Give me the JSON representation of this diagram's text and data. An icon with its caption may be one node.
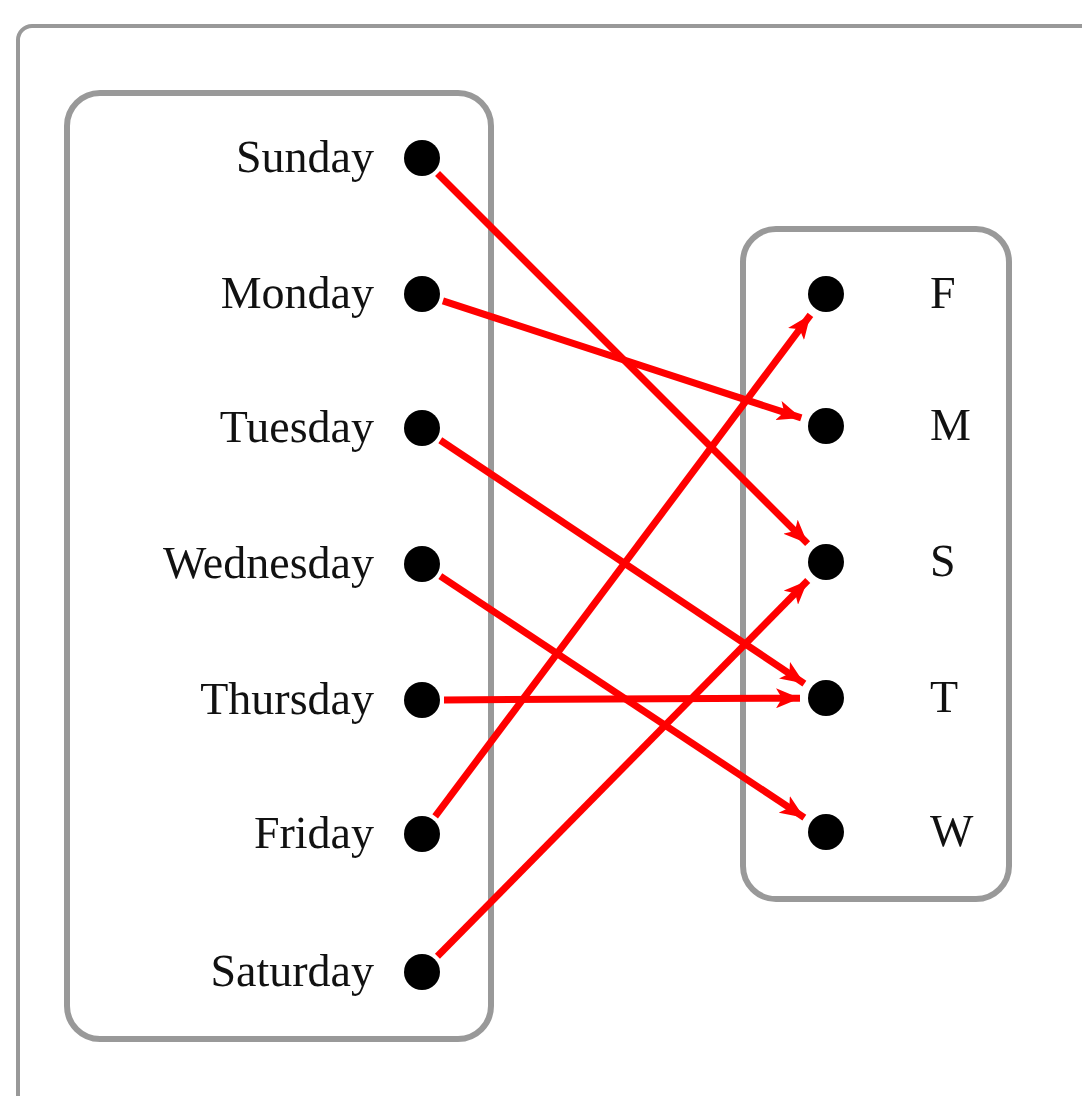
{
  "diagram": {
    "nodes": [
      {
        "text": [],
        "shape": "box"
      },
      {
        "text": [],
        "shape": "circle",
        "beside": [
          "Sunday"
        ],
        "in": 0
      },
      {
        "text": [],
        "shape": "circle",
        "beside": [
          "Monday"
        ],
        "in": 0
      },
      {
        "text": [],
        "shape": "circle",
        "beside": [
          "Tuesday"
        ],
        "in": 0
      },
      {
        "text": [],
        "shape": "circle",
        "beside": [
          "Wednesday"
        ],
        "in": 0
      },
      {
        "text": [],
        "shape": "circle",
        "beside": [
          "Thursday"
        ],
        "in": 0
      },
      {
        "text": [],
        "shape": "circle",
        "beside": [
          "Friday"
        ],
        "in": 0
      },
      {
        "text": [],
        "shape": "circle",
        "beside": [
          "Saturday"
        ],
        "in": 0
      },
      {
        "text": [],
        "shape": "box"
      },
      {
        "text": [],
        "shape": "circle",
        "beside": [
          "F"
        ],
        "in": 8
      },
      {
        "text": [],
        "shape": "circle",
        "beside": [
          "M"
        ],
        "in": 8
      },
      {
        "text": [],
        "shape": "circle",
        "beside": [
          "S"
        ],
        "in": 8
      },
      {
        "text": [],
        "shape": "circle",
        "beside": [
          "T"
        ],
        "in": 8
      },
      {
        "text": [],
        "shape": "circle",
        "beside": [
          "W"
        ],
        "in": 8
      }
    ],
    "edges": [
      {
        "from": 1,
        "to": 11,
        "arrow": "to"
      },
      {
        "from": 2,
        "to": 10,
        "arrow": "to"
      },
      {
        "from": 3,
        "to": 12,
        "arrow": "to"
      },
      {
        "from": 4,
        "to": 13,
        "arrow": "to"
      },
      {
        "from": 5,
        "to": 12,
        "arrow": "to"
      },
      {
        "from": 6,
        "to": 9,
        "arrow": "to"
      },
      {
        "from": 7,
        "to": 11,
        "arrow": "to"
      }
    ]
  }
}
